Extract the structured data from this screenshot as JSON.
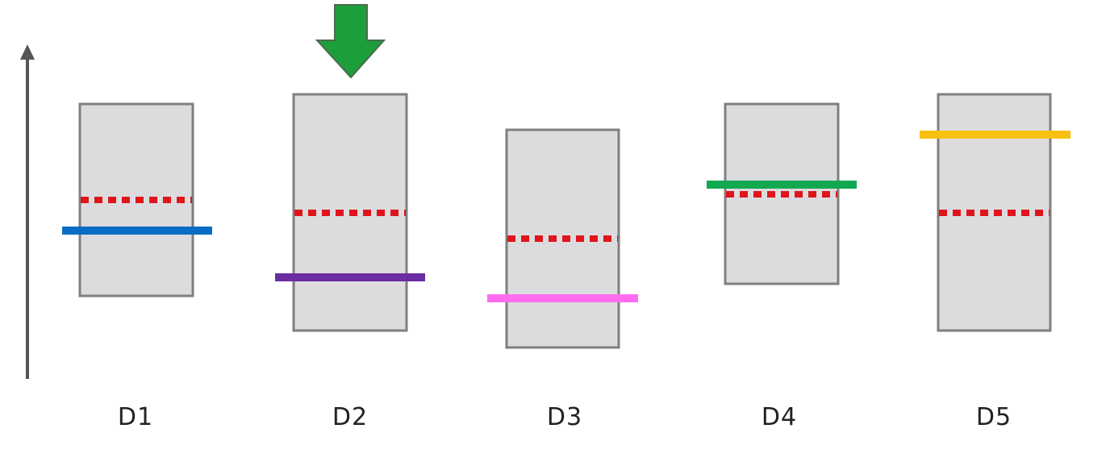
{
  "colors": {
    "box_fill": "#dcdcde",
    "box_stroke": "#7f7f7f",
    "axis": "#555555",
    "dashed_line": "#e0141b",
    "pointer_arrow_fill": "#1c9e3a",
    "pointer_arrow_stroke": "#4b6b4f"
  },
  "pointer": {
    "icon": "down-arrow-icon",
    "target": "D2"
  },
  "columns": [
    {
      "id": "d1",
      "label": "D1",
      "bar_color": "#0a6cc4"
    },
    {
      "id": "d2",
      "label": "D2",
      "bar_color": "#6a2ca0"
    },
    {
      "id": "d3",
      "label": "D3",
      "bar_color": "#ff6cf0"
    },
    {
      "id": "d4",
      "label": "D4",
      "bar_color": "#10a850"
    },
    {
      "id": "d5",
      "label": "D5",
      "bar_color": "#f8c010"
    }
  ]
}
